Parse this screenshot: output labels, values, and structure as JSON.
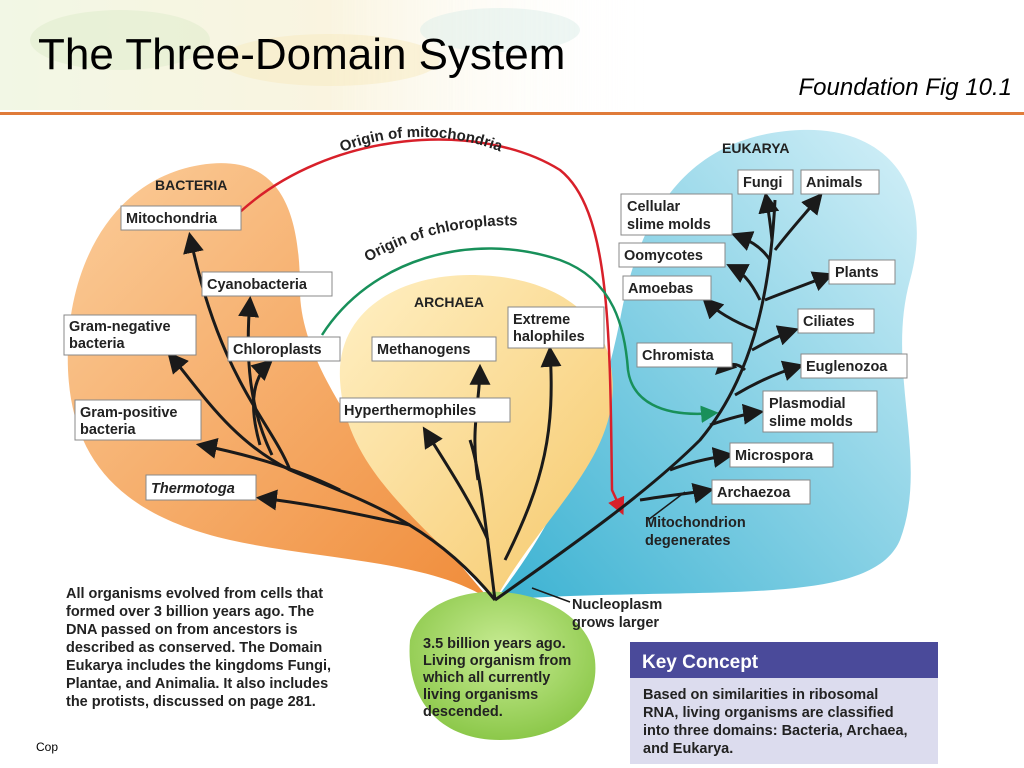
{
  "slide": {
    "title": "The Three-Domain System",
    "subtitle": "Foundation Fig 10.1",
    "copyright": "Cop"
  },
  "domains": {
    "bacteria": "BACTERIA",
    "archaea": "ARCHAEA",
    "eukarya": "EUKARYA"
  },
  "bacteria_labels": {
    "mitochondria": "Mitochondria",
    "cyanobacteria": "Cyanobacteria",
    "gram_negative": [
      "Gram-negative",
      "bacteria"
    ],
    "chloroplasts": "Chloroplasts",
    "gram_positive": [
      "Gram-positive",
      "bacteria"
    ],
    "thermotoga": "Thermotoga"
  },
  "archaea_labels": {
    "methanogens": "Methanogens",
    "extreme_halophiles": [
      "Extreme",
      "halophiles"
    ],
    "hyperthermophiles": "Hyperthermophiles"
  },
  "eukarya_labels": {
    "fungi": "Fungi",
    "animals": "Animals",
    "cellular_slime_molds": [
      "Cellular",
      "slime molds"
    ],
    "oomycotes": "Oomycotes",
    "plants": "Plants",
    "amoebas": "Amoebas",
    "ciliates": "Ciliates",
    "chromista": "Chromista",
    "euglenozoa": "Euglenozoa",
    "plasmodial_slime_molds": [
      "Plasmodial",
      "slime molds"
    ],
    "microspora": "Microspora",
    "archaezoa": "Archaezoa"
  },
  "arcs": {
    "mitochondria_origin": "Origin of mitochondria",
    "chloroplast_origin": "Origin of chloroplasts"
  },
  "annotations": {
    "mitochondrion_degenerates": [
      "Mitochondrion",
      "degenerates"
    ],
    "nucleoplasm": [
      "Nucleoplasm",
      "grows larger"
    ],
    "origin": [
      "3.5 billion years ago.",
      "Living organism from",
      "which all currently",
      "living organisms",
      "descended."
    ]
  },
  "description": [
    "All organisms evolved from cells that",
    "formed over 3 billion years ago. The",
    "DNA passed on from ancestors is",
    "described as conserved. The Domain",
    "Eukarya includes the kingdoms Fungi,",
    "Plantae, and Animalia. It also includes",
    "the protists, discussed on page 281."
  ],
  "key_concept": {
    "heading": "Key Concept",
    "body": [
      "Based on similarities in ribosomal",
      "RNA, living organisms are classified",
      "into three domains: Bacteria, Archaea,",
      "and Eukarya."
    ]
  },
  "colors": {
    "bacteria_fill": "#f5a24e",
    "archaea_fill": "#fbd88a",
    "eukarya_fill": "#5ec3dc",
    "origin_fill": "#9cd35a",
    "mito_arc": "#d8202a",
    "chloro_arc": "#18905a",
    "rule": "#e07b39",
    "key_header": "#4a4a9a",
    "key_body": "#dcdcee"
  }
}
